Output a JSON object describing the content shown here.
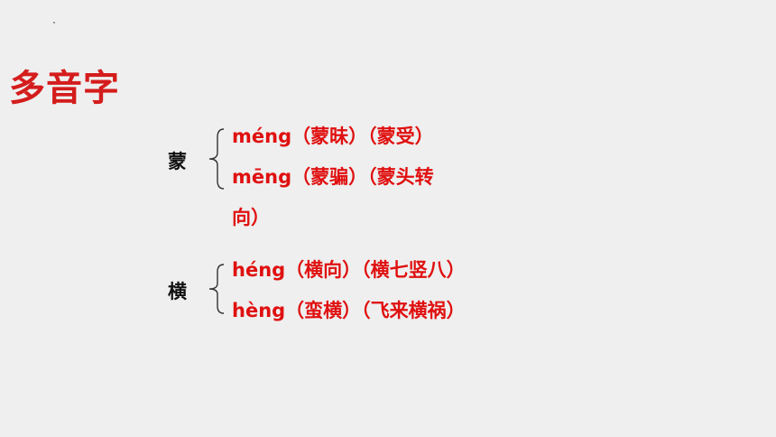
{
  "title": "多音字",
  "groups": [
    {
      "char": "蒙",
      "lines": [
        "méng（蒙昧）（蒙受）",
        "mēng（蒙骗）（蒙头转",
        "向）"
      ]
    },
    {
      "char": "横",
      "lines": [
        "héng（横向）（横七竖八）",
        "hèng（蛮横）（飞来横祸）"
      ]
    }
  ],
  "colors": {
    "accent": "#d41c1c",
    "text": "#111111",
    "background": "#efefef"
  }
}
